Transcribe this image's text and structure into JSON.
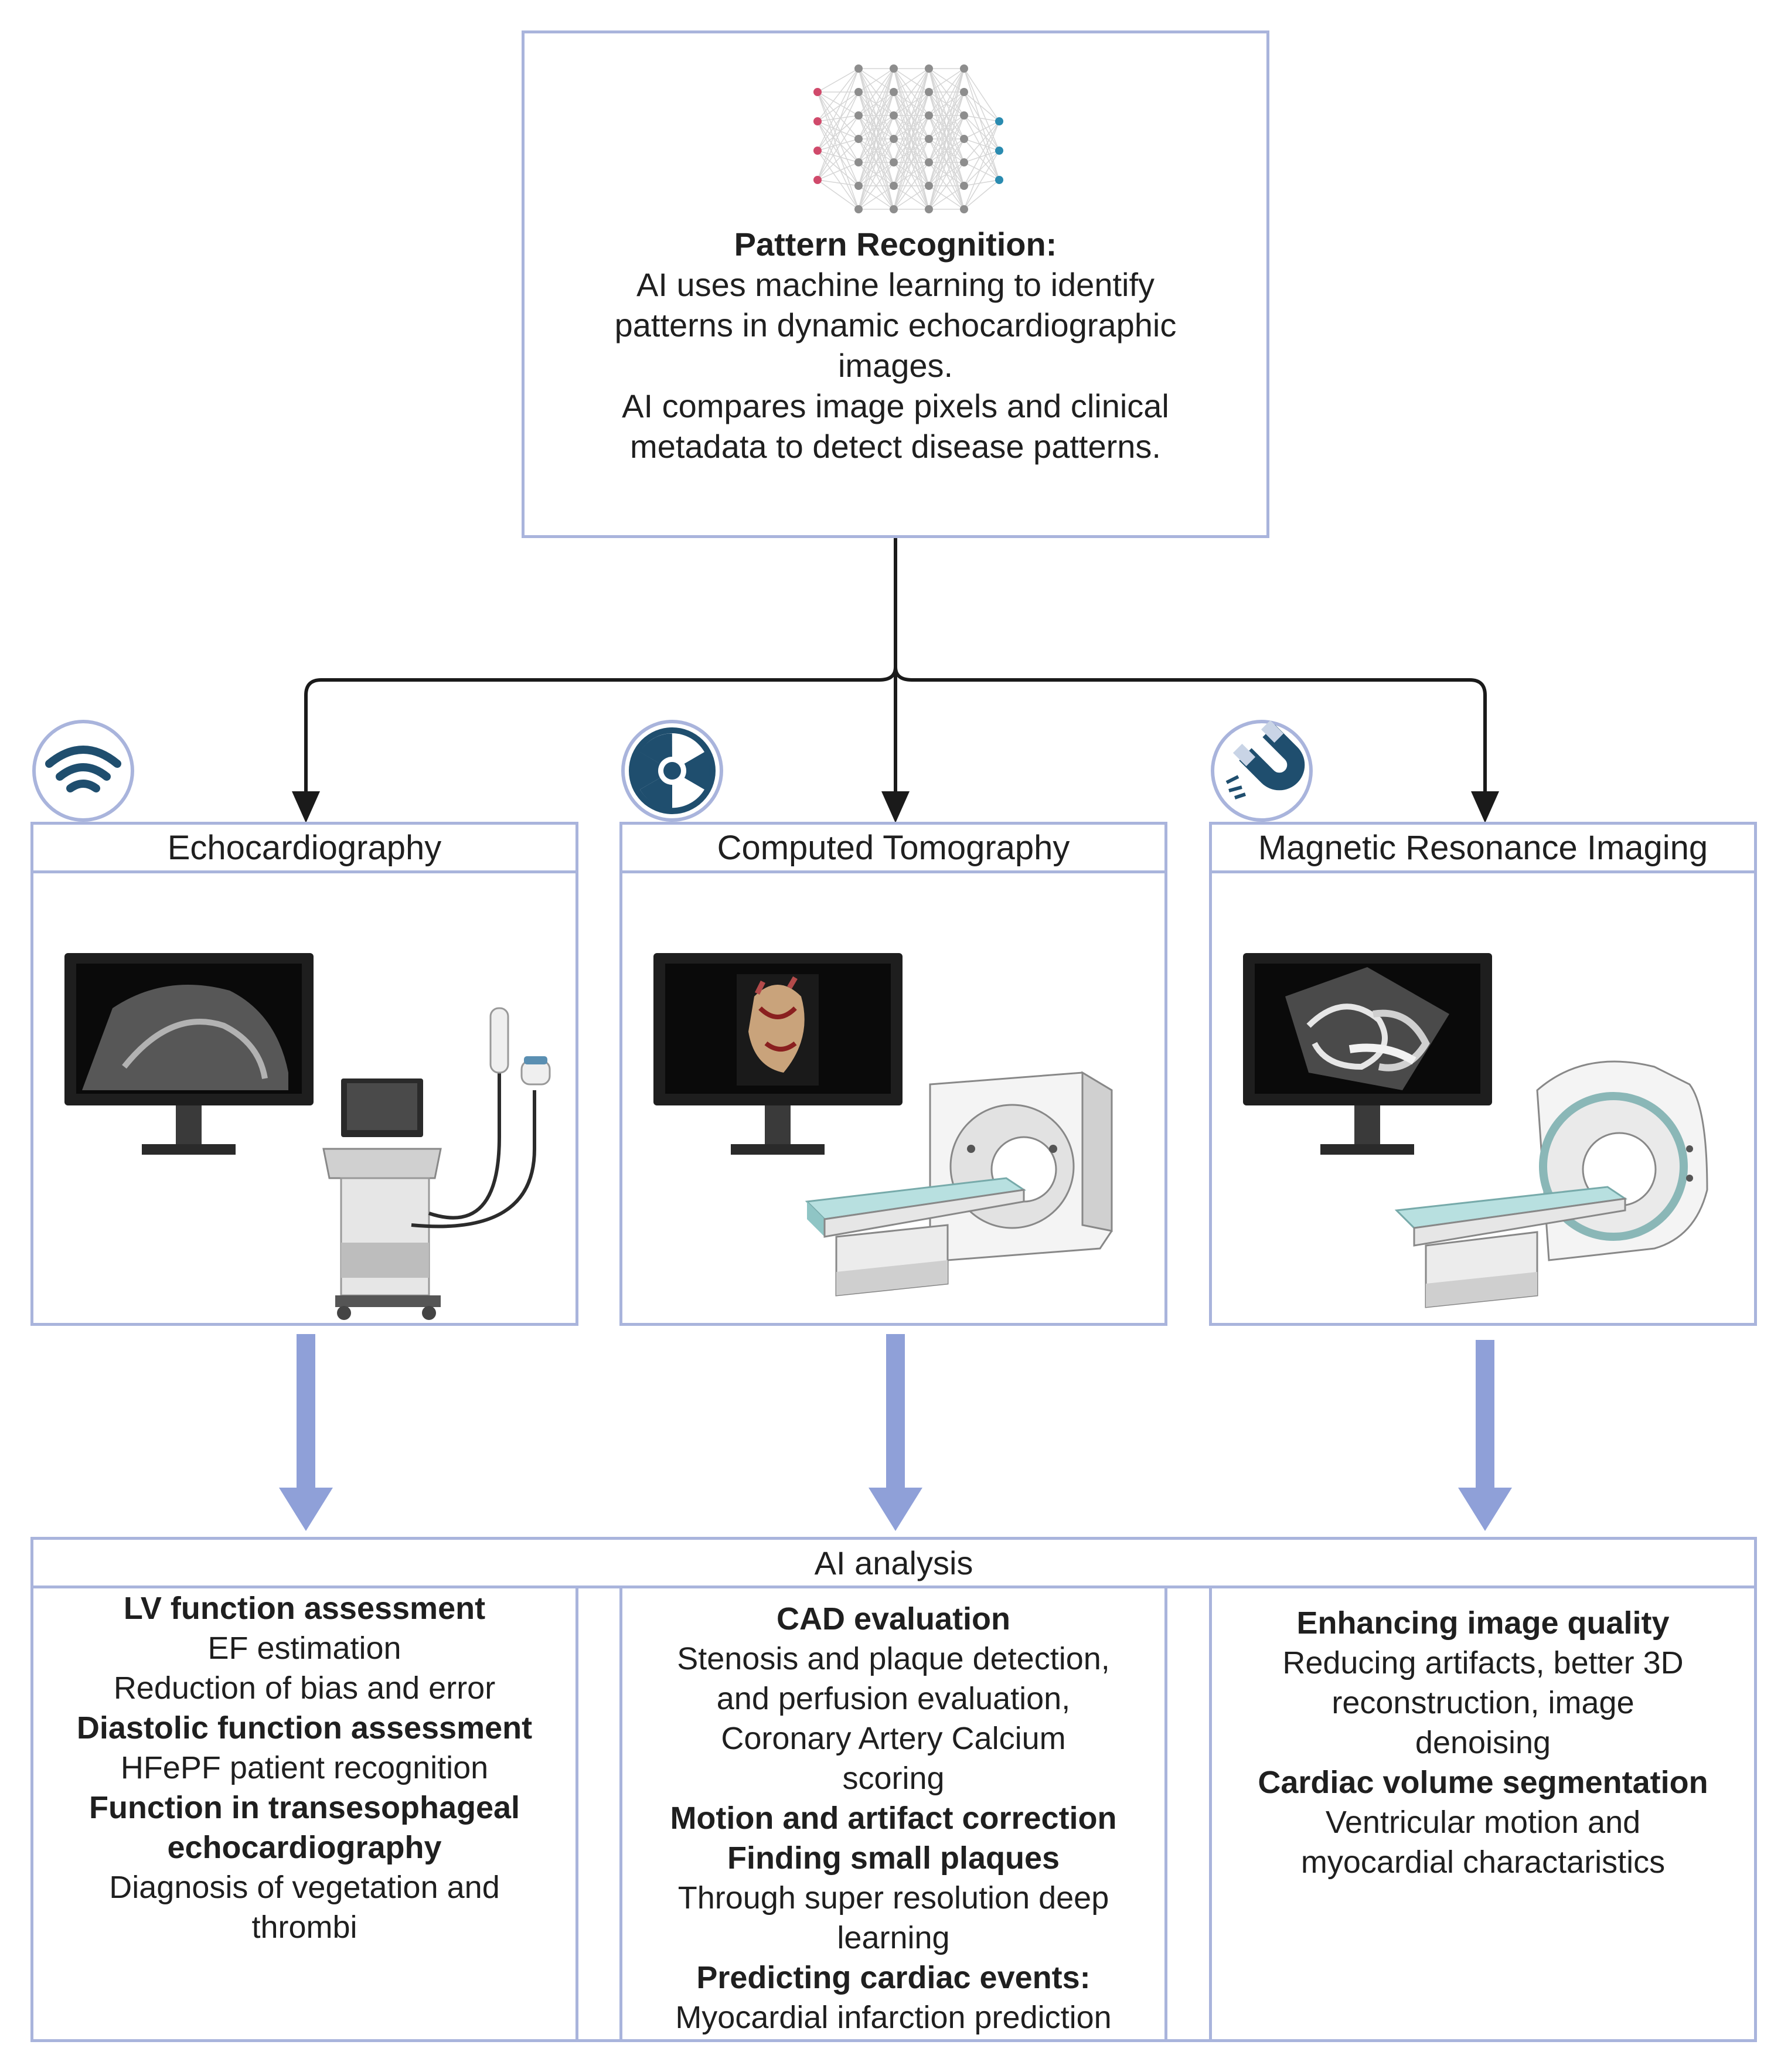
{
  "top_box": {
    "title": "Pattern Recognition:",
    "lines": [
      "AI uses machine learning to identify",
      "patterns in dynamic echocardiographic",
      "images.",
      "AI compares image pixels and clinical",
      "metadata to detect disease patterns."
    ],
    "icon": "neural-network-icon"
  },
  "modalities": [
    {
      "label": "Echocardiography",
      "icon": "wireless-waves-icon",
      "illustration": "ultrasound-machine-with-monitor"
    },
    {
      "label": "Computed Tomography",
      "icon": "radiation-icon",
      "illustration": "ct-scanner-with-monitor"
    },
    {
      "label": "Magnetic Resonance Imaging",
      "icon": "magnet-icon",
      "illustration": "mri-scanner-with-monitor"
    }
  ],
  "analysis": {
    "header": "AI analysis",
    "columns": [
      [
        {
          "type": "bold",
          "text": "LV function assessment"
        },
        {
          "type": "normal",
          "text": "EF estimation"
        },
        {
          "type": "normal",
          "text": "Reduction of bias and error"
        },
        {
          "type": "bold",
          "text": "Diastolic function assessment"
        },
        {
          "type": "normal",
          "text": "HFePF patient recognition"
        },
        {
          "type": "bold",
          "text": "Function in transesophageal"
        },
        {
          "type": "bold",
          "text": "echocardiography"
        },
        {
          "type": "normal",
          "text": "Diagnosis of vegetation and"
        },
        {
          "type": "normal",
          "text": "thrombi"
        }
      ],
      [
        {
          "type": "bold",
          "text": "CAD evaluation"
        },
        {
          "type": "normal",
          "text": "Stenosis and plaque detection,"
        },
        {
          "type": "normal",
          "text": "and perfusion evaluation,"
        },
        {
          "type": "normal",
          "text": "Coronary Artery Calcium"
        },
        {
          "type": "normal",
          "text": "scoring"
        },
        {
          "type": "bold",
          "text": "Motion and artifact correction"
        },
        {
          "type": "bold",
          "text": "Finding small plaques"
        },
        {
          "type": "normal",
          "text": "Through super resolution deep"
        },
        {
          "type": "normal",
          "text": "learning"
        },
        {
          "type": "bold",
          "text": "Predicting cardiac events:"
        },
        {
          "type": "normal",
          "text": "Myocardial infarction prediction"
        }
      ],
      [
        {
          "type": "bold",
          "text": "Enhancing image quality"
        },
        {
          "type": "normal",
          "text": "Reducing artifacts, better 3D"
        },
        {
          "type": "normal",
          "text": "reconstruction, image"
        },
        {
          "type": "normal",
          "text": "denoising"
        },
        {
          "type": "bold",
          "text": "Cardiac volume segmentation"
        },
        {
          "type": "normal",
          "text": "Ventricular motion and"
        },
        {
          "type": "normal",
          "text": "myocardial charactaristics"
        }
      ]
    ]
  },
  "colors": {
    "box_border": "#a9b4dc",
    "flow_arrow": "#8fa0d8",
    "connector": "#1a1a1a",
    "icon_blue": "#1f4e6e",
    "nn_input": "#d04a6b",
    "nn_output": "#2a8bb0"
  }
}
